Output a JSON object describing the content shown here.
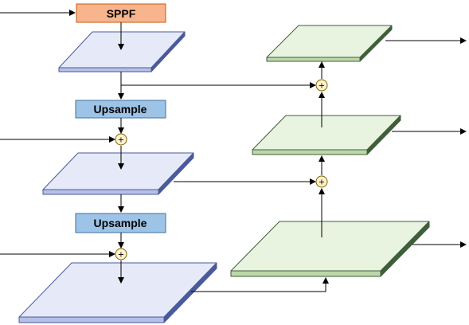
{
  "nodes": {
    "sppf": {
      "label": "SPPF",
      "fill": "#f8b48c",
      "stroke": "#c55a11"
    },
    "upsample_top": {
      "label": "Upsample",
      "fill": "#9dc3e6",
      "stroke": "#41719c"
    },
    "upsample_bottom": {
      "label": "Upsample",
      "fill": "#9dc3e6",
      "stroke": "#41719c"
    },
    "plus_symbol": "+"
  },
  "colors": {
    "blue_plate_top": "#e6eaf8",
    "blue_plate_side": "#b4c0e6",
    "blue_plate_edge": "#4a5a9a",
    "green_plate_top": "#e8f3e0",
    "green_plate_side": "#bcd7aa",
    "green_plate_edge": "#3f5f3a",
    "plus_fill": "#fff2cc",
    "plus_stroke": "#7f6000",
    "line": "#000000"
  }
}
